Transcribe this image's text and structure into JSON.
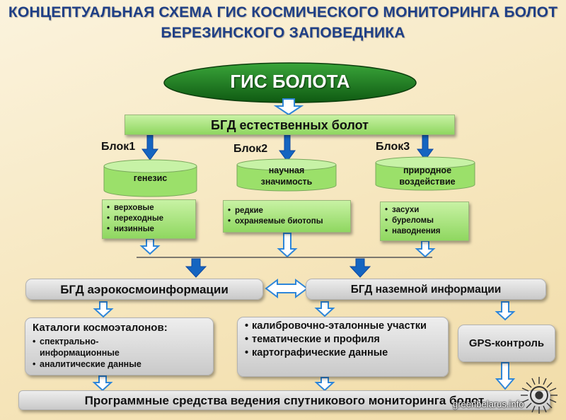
{
  "title": {
    "line1": "КОНЦЕПТУАЛЬНАЯ СХЕМА ГИС КОСМИЧЕСКОГО МОНИТОРИНГА БОЛОТ",
    "line2": "БЕРЕЗИНСКОГО ЗАПОВЕДНИКА"
  },
  "gis_label": "ГИС БОЛОТА",
  "bgd_natural": "БГД естественных болот",
  "blocks": [
    {
      "label": "Блок1",
      "cylinder": "генезис",
      "items": [
        "верховые",
        "переходные",
        "низинные"
      ]
    },
    {
      "label": "Блок2",
      "cylinder": "научная значимость",
      "items": [
        "редкие",
        "охраняемые биотопы"
      ]
    },
    {
      "label": "Блок3",
      "cylinder": "природное воздействие",
      "items": [
        "засухи",
        "буреломы",
        "наводнения"
      ]
    }
  ],
  "bgd_aero": "БГД аэрокосмоинформации",
  "bgd_ground": "БГД наземной информации",
  "catalog": {
    "heading": "Каталоги космоэталонов:",
    "items": [
      "спектрально-информационные",
      "аналитические данные"
    ]
  },
  "calib_items": [
    "калибровочно-эталонные участки",
    "тематические и профиля",
    "картографические данные"
  ],
  "gps": "GPS-контроль",
  "software": "Программные средства ведения спутникового мониторинга болот",
  "watermark": "greenbelarus.info",
  "colors": {
    "title": "#1f3f86",
    "gis_fill": "#1e7a1e",
    "green_box": "#a9e27e",
    "arrow_blue": "#1565c0",
    "arrow_outline": "#2e86d9"
  }
}
